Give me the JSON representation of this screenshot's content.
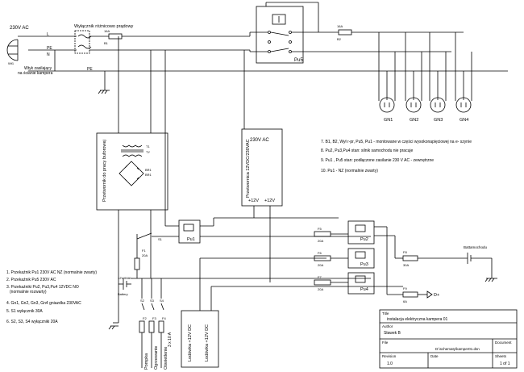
{
  "supply": {
    "voltage": "230V AC",
    "L": "L",
    "PE": "PE",
    "N": "N",
    "W1": "Wt1",
    "plug": "Wtyk zasilający\nna ścianie kampera",
    "rcd": "Wyłącznik różnicowo prądowy",
    "fuse_b1": "16A",
    "fuse_b1_ref": "B1",
    "fuse_b2": "16A",
    "fuse_b2_ref": "B2",
    "relay_pu5": "Pu5",
    "pe_bus": "PE"
  },
  "sockets": [
    "GN1",
    "GN2",
    "GN3",
    "GN4"
  ],
  "charger": {
    "title": "Przetwornik do pracy buforowej",
    "t1": "T1",
    "t1b": "TY",
    "br1": "BR1",
    "br1b": "BR1"
  },
  "converter": {
    "title": "Przetwornica 12VDC/230VAC",
    "ac": "230V AC",
    "v1": "+12V",
    "v2": "+12V"
  },
  "notes": [
    "7. B1, B2, Wył r-pr, Pu5, Pu1 - montowane w części wysokonapięciowej na e- szynie",
    "8. Pu2, Pu3,Pu4 stan: silnik samochodu nie pracuje",
    "9. Pu1 , Pu5 stan: podłączone zasilanie 230 V AC - zewnętrzne",
    "10. Pu1 - NZ (normalnie zwarty)"
  ],
  "legend": [
    "1. Przekaźnik Pu1 230V AC NZ (normalnie zwarty)",
    "2. Przekaźnik Pu5 230V AC",
    "3. Przekaźniki Pu2, Pu3,Pu4 12VDC NO\n(normalnie rozwarty)",
    "4. Gn1, Gn2, Gn3, Gn4 gniazdka 230VAC",
    "5. S1 wyłącznik 30A",
    "6. S2, S3, S4 wyłączniki 20A"
  ],
  "lower": {
    "pu1": "Pu1",
    "s1": "S1",
    "f1": "F1",
    "f1v": "20A",
    "battery": "12V/60Ah",
    "battery_lbl": "Battery",
    "s2": "S2",
    "s3": "S3",
    "s4": "S4",
    "f2": "F2",
    "f3": "F3",
    "f4": "F4",
    "x10a": "3 x 10 A",
    "loads": [
      "Pompka",
      "Ogrzewanie",
      "Oświetlenie"
    ],
    "fridge1": "Lodówka +12V DC",
    "fridge2": "Lodówka +12V DC",
    "f5": "F5",
    "f5v": "20A",
    "f6": "F6",
    "f6v": "20A",
    "f7": "F7",
    "f7v": "20A",
    "f8": "F8",
    "f8v": "30A",
    "f9": "F9",
    "f9v": "6A",
    "pu2": "Pu2",
    "pu3": "Pu3",
    "pu4": "Pu4",
    "vehicle_battery": "Battamochodu",
    "d_plus": "D+"
  },
  "titleblock": {
    "title_lbl": "Title",
    "title": "instalacja elektryczna kampera 01",
    "author_lbl": "Author",
    "author": "Sławek B",
    "file_lbl": "File",
    "file": "D:\\schematy\\kamper01.dsn",
    "document_lbl": "Document",
    "revision_lbl": "Revision",
    "revision": "1.0",
    "date_lbl": "Date",
    "sheets_lbl": "Sheets",
    "sheets": "1 of 1"
  }
}
